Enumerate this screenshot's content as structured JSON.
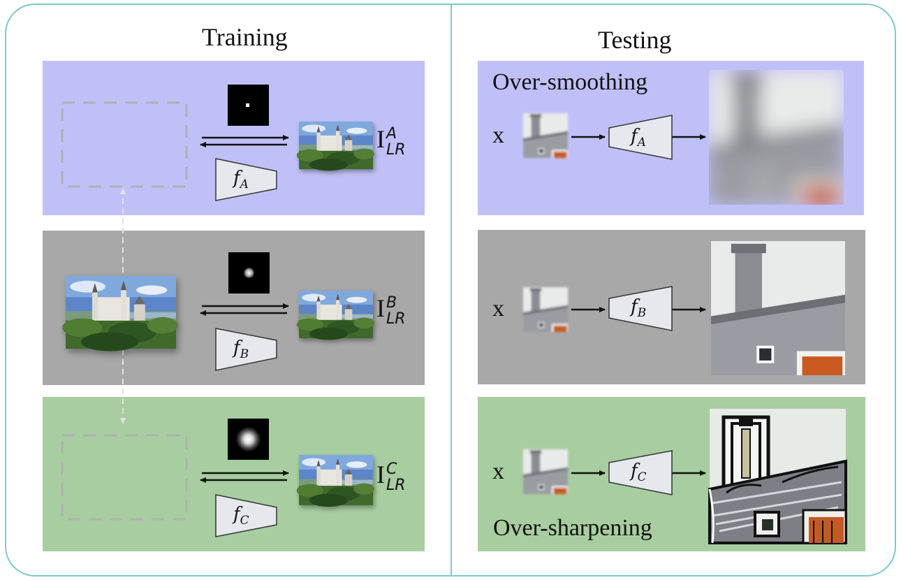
{
  "training": {
    "title": "Training",
    "rows": [
      {
        "id": "A",
        "bg": "#c0c0f8",
        "network": "f",
        "network_sub": "A",
        "output": "I",
        "output_sup": "A",
        "output_sub": "LR",
        "kernel": "sharp",
        "has_hr": false
      },
      {
        "id": "B",
        "bg": "#a8a8a8",
        "network": "f",
        "network_sub": "B",
        "output": "I",
        "output_sup": "B",
        "output_sub": "LR",
        "kernel": "medium",
        "has_hr": true
      },
      {
        "id": "C",
        "bg": "#a8cda0",
        "network": "f",
        "network_sub": "C",
        "output": "I",
        "output_sup": "C",
        "output_sub": "LR",
        "kernel": "wide",
        "has_hr": false
      }
    ]
  },
  "testing": {
    "title": "Testing",
    "rows": [
      {
        "id": "A",
        "bg": "#c0c0f8",
        "input": "x",
        "network": "f",
        "network_sub": "A",
        "caption": "Over-smoothing",
        "result": "blurry"
      },
      {
        "id": "B",
        "bg": "#a8a8a8",
        "input": "x",
        "network": "f",
        "network_sub": "B",
        "caption": "",
        "result": "correct"
      },
      {
        "id": "C",
        "bg": "#a8cda0",
        "input": "x",
        "network": "f",
        "network_sub": "C",
        "caption": "Over-sharpening",
        "result": "oversharp"
      }
    ]
  },
  "colors": {
    "frame": "#7cc9c9",
    "arrow": "#111111",
    "dashed": "#b0b0b0",
    "dashed_arrow": "#e2e2e2",
    "network_fill": "#e6e8ee"
  }
}
